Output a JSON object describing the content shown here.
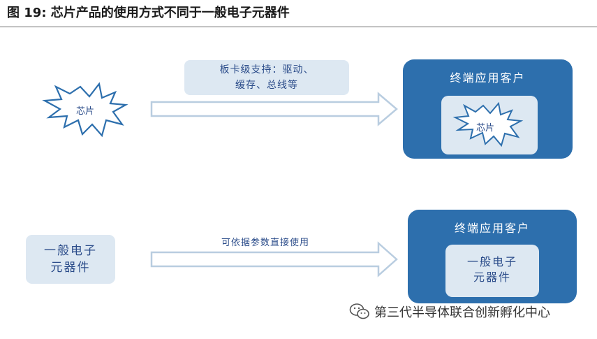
{
  "title": "图 19:  芯片产品的使用方式不同于一般电子元器件",
  "row1": {
    "chip_label": "芯片",
    "support_line1": "板卡级支持：驱动、",
    "support_line2": "缓存、总线等",
    "client_title": "终端应用客户",
    "inner_chip_label": "芯片"
  },
  "row2": {
    "component_line1": "一般电子",
    "component_line2": "元器件",
    "direct_use": "可依据参数直接使用",
    "client_title": "终端应用客户",
    "inner_line1": "一般电子",
    "inner_line2": "元器件"
  },
  "watermark": {
    "icon": "wechat-icon",
    "text": "第三代半导体联合创新孵化中心"
  },
  "colors": {
    "client_fill": "#2d6fad",
    "light_fill": "#dde8f2",
    "text_blue": "#2b4c8a"
  }
}
